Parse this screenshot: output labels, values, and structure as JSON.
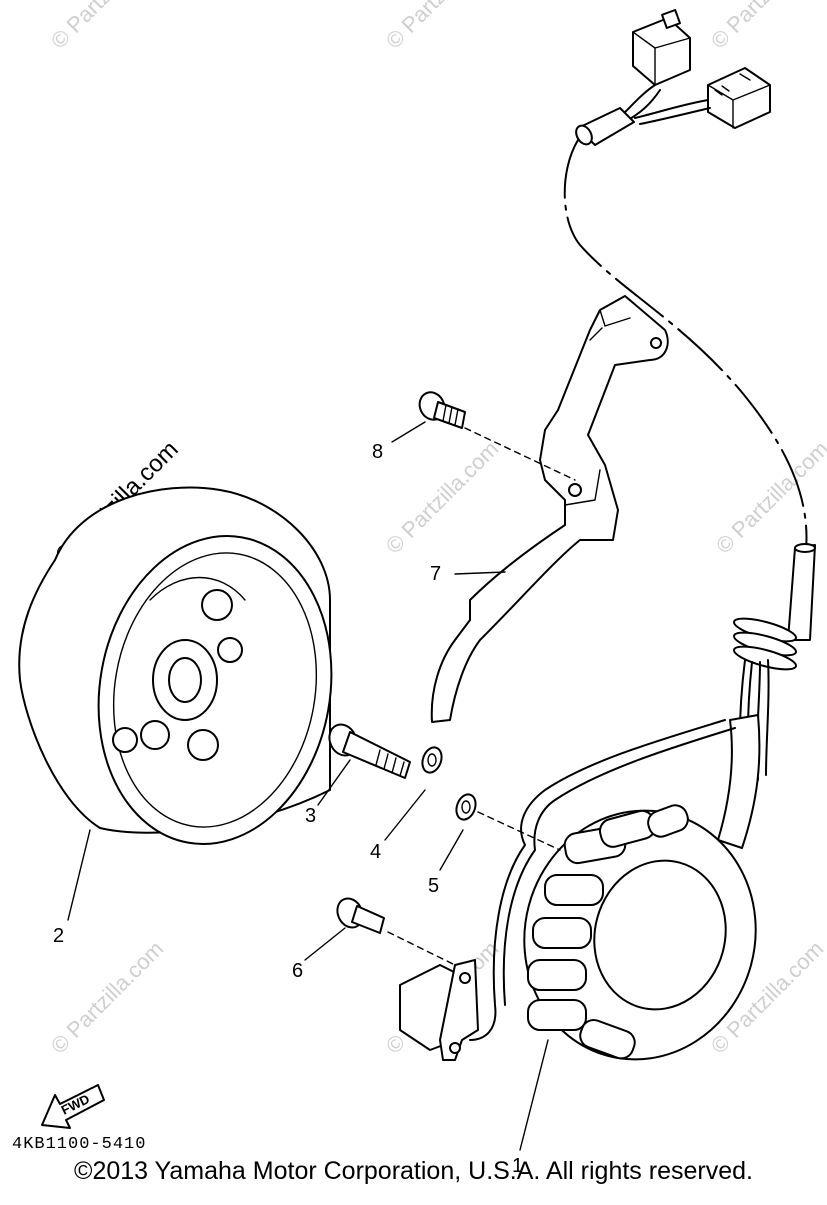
{
  "diagram": {
    "callouts": [
      "1",
      "2",
      "3",
      "4",
      "5",
      "6",
      "7",
      "8"
    ],
    "fwd_label": "FWD",
    "part_code": "4KB1100-5410",
    "copyright": "©2013 Yamaha Motor Corporation, U.S.A. All rights reserved.",
    "watermark_main": "© Partzilla.com",
    "watermark_faint": "© Partzilla.com"
  }
}
